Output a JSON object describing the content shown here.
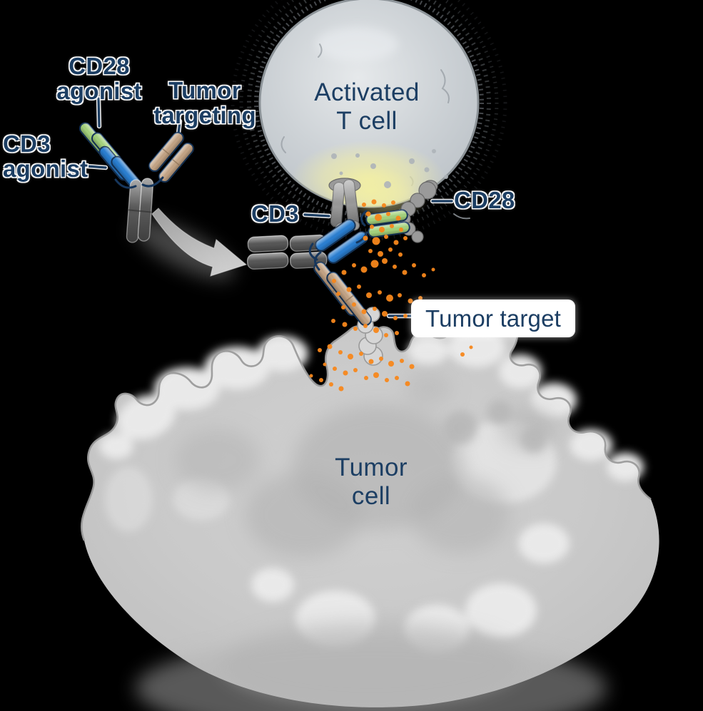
{
  "labels": {
    "cd28_agonist": {
      "line1": "CD28",
      "line2": "agonist"
    },
    "tumor_targeting": {
      "line1": "Tumor",
      "line2": "targeting"
    },
    "cd3_agonist": {
      "line1": "CD3",
      "line2": "agonist"
    },
    "cd3": "CD3",
    "cd28": "CD28",
    "tumor_target": "Tumor target",
    "activated_t_cell": {
      "line1": "Activated",
      "line2": "T cell"
    },
    "tumor_cell": {
      "line1": "Tumor",
      "line2": "cell"
    }
  },
  "colors": {
    "background": "#000000",
    "label_text": "#1c3e63",
    "label_bg_white": "#ffffff",
    "connector_navy": "#1c3e63",
    "antibody_outline": "#16365c",
    "cd3_agonist_blue": "#2a7fd2",
    "cd28_agonist_green": "#a5d37d",
    "tumor_targeting_tan": "#c4a485",
    "antibody_fc_gray": "#575757",
    "receptor_gray": "#9a9a9a",
    "tumor_receptor_gray": "#d6d6d6",
    "t_cell_outline": "#8c9398",
    "tumor_cell_outline": "#9b9b9b",
    "cytokine_orange": "#f7871c",
    "activation_glow": "#f2efa3"
  }
}
